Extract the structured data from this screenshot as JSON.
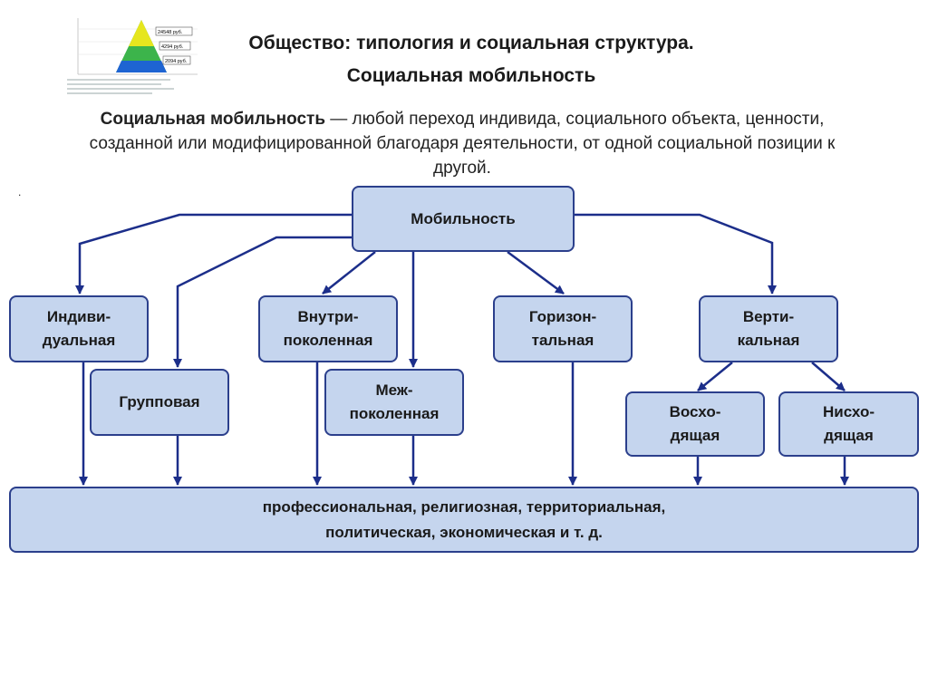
{
  "thumbnail": {
    "labels": [
      "24548 руб.",
      "4294 руб.",
      "2094 руб."
    ],
    "colors": [
      "#e6e61e",
      "#3cb44b",
      "#1e64d2"
    ]
  },
  "title": {
    "line1": "Общество: типология и социальная структура.",
    "line2": "Социальная мобильность"
  },
  "definition": {
    "term": "Социальная мобильность",
    "text": " — любой переход индивида, социального объекта, ценности, созданной или модифицированной благодаря деятельности, от одной социальной позиции к другой."
  },
  "marker": ".",
  "nodes": {
    "root": "Мобильность",
    "individual": "Индиви-\nдуальная",
    "group": "Групповая",
    "intra": "Внутри-\nпоколенная",
    "inter": "Меж-\nпоколенная",
    "horizontal": "Горизон-\nтальная",
    "vertical": "Верти-\nкальная",
    "up": "Восхо-\nдящая",
    "down": "Нисхо-\nдящая",
    "spheres": "профессиональная, религиозная, территориальная,\nполитическая, экономическая и т. д."
  },
  "colors": {
    "box_fill": "#c5d5ee",
    "box_border": "#2b3f8c",
    "line": "#1c2e8a"
  }
}
